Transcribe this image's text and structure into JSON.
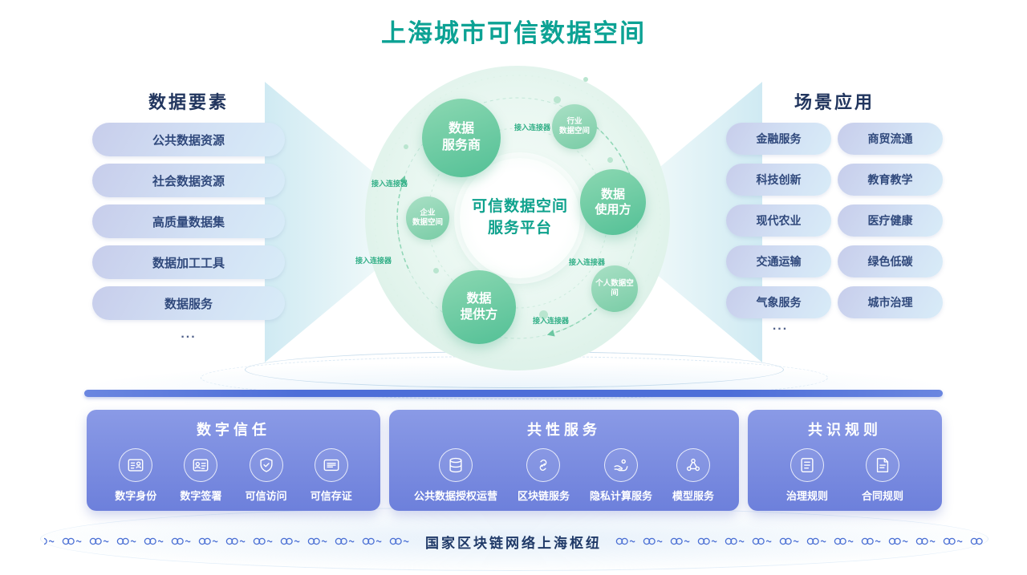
{
  "page": {
    "title": "上海城市可信数据空间"
  },
  "colors": {
    "title_teal": "#0ca294",
    "accent_green": "#2fae85",
    "node_green": "#53c096",
    "module_blue": "#6d80db",
    "navy": "#203a68",
    "chain_blue": "#4a6fd4",
    "pill_gradient_start": "#c7cdeb",
    "pill_gradient_end": "#d8ecf8"
  },
  "left_panel": {
    "heading": "数据要素",
    "items": [
      "公共数据资源",
      "社会数据资源",
      "高质量数据集",
      "数据加工工具",
      "数据服务"
    ],
    "ellipsis": "..."
  },
  "right_panel": {
    "heading": "场景应用",
    "items": [
      "金融服务",
      "商贸流通",
      "科技创新",
      "教育教学",
      "现代农业",
      "医疗健康",
      "交通运输",
      "绿色低碳",
      "气象服务",
      "城市治理"
    ],
    "ellipsis": "..."
  },
  "hub": {
    "platform_line1": "可信数据空间",
    "platform_line2": "服务平台",
    "roles": [
      {
        "line1": "数据",
        "line2": "服务商"
      },
      {
        "line1": "数据",
        "line2": "使用方"
      },
      {
        "line1": "数据",
        "line2": "提供方"
      }
    ],
    "spaces": [
      {
        "line1": "行业",
        "line2": "数据空间"
      },
      {
        "line1": "企业",
        "line2": "数据空间"
      },
      {
        "line1": "个人数据空",
        "line2": "间"
      }
    ],
    "connector_label": "接入连接器"
  },
  "modules": [
    {
      "title": "数字信任",
      "items": [
        {
          "label": "数字身份",
          "icon": "id-card-icon"
        },
        {
          "label": "数字签署",
          "icon": "signature-card-icon"
        },
        {
          "label": "可信访问",
          "icon": "shield-icon"
        },
        {
          "label": "可信存证",
          "icon": "certificate-icon"
        }
      ]
    },
    {
      "title": "共性服务",
      "items": [
        {
          "label": "公共数据授权运营",
          "icon": "database-icon"
        },
        {
          "label": "区块链服务",
          "icon": "chain-link-icon"
        },
        {
          "label": "隐私计算服务",
          "icon": "privacy-hand-icon"
        },
        {
          "label": "模型服务",
          "icon": "model-nodes-icon"
        }
      ]
    },
    {
      "title": "共识规则",
      "items": [
        {
          "label": "治理规则",
          "icon": "governance-doc-icon"
        },
        {
          "label": "合同规则",
          "icon": "contract-doc-icon"
        }
      ]
    }
  ],
  "footer": {
    "label": "国家区块链网络上海枢纽"
  }
}
